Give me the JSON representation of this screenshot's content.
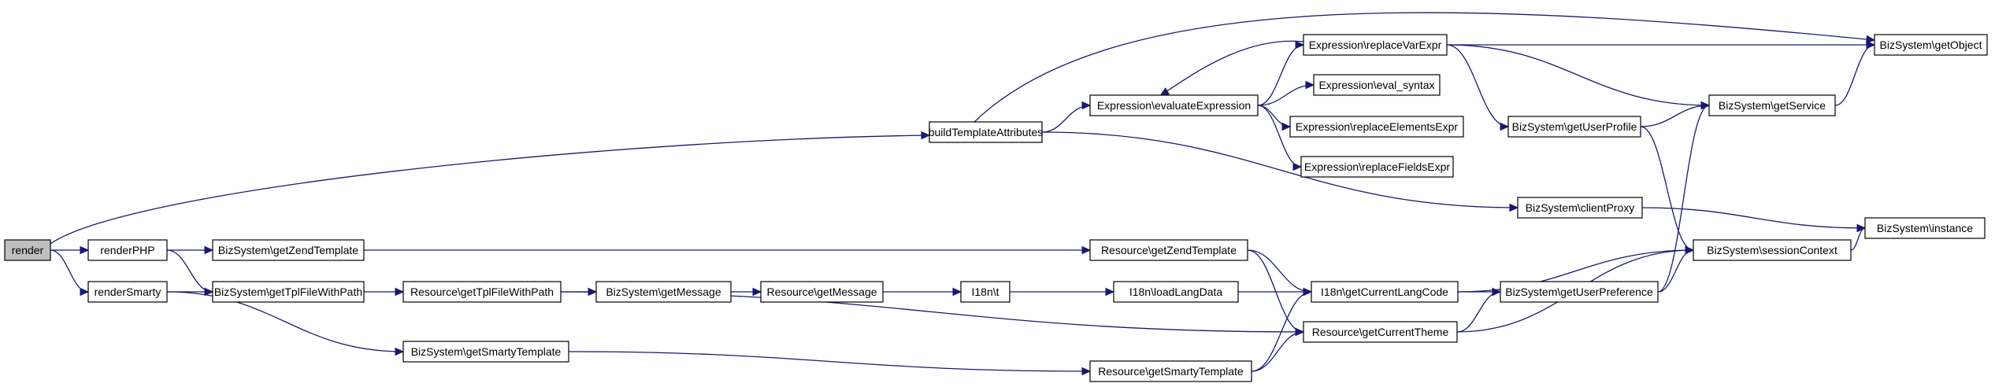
{
  "diagram": {
    "type": "call-graph",
    "nodes": [
      {
        "id": "render",
        "label": "render",
        "root": true
      },
      {
        "id": "renderPHP",
        "label": "renderPHP"
      },
      {
        "id": "renderSmarty",
        "label": "renderSmarty"
      },
      {
        "id": "buildTemplateAttributes",
        "label": "buildTemplateAttributes"
      },
      {
        "id": "bs_getZendTemplate",
        "label": "BizSystem\\getZendTemplate"
      },
      {
        "id": "bs_getTplFileWithPath",
        "label": "BizSystem\\getTplFileWithPath"
      },
      {
        "id": "bs_getSmartyTemplate",
        "label": "BizSystem\\getSmartyTemplate"
      },
      {
        "id": "res_getTplFileWithPath",
        "label": "Resource\\getTplFileWithPath"
      },
      {
        "id": "bs_getMessage",
        "label": "BizSystem\\getMessage"
      },
      {
        "id": "res_getMessage",
        "label": "Resource\\getMessage"
      },
      {
        "id": "i18n_t",
        "label": "I18n\\t"
      },
      {
        "id": "i18n_loadLangData",
        "label": "I18n\\loadLangData"
      },
      {
        "id": "res_getZendTemplate",
        "label": "Resource\\getZendTemplate"
      },
      {
        "id": "res_getSmartyTemplate",
        "label": "Resource\\getSmartyTemplate"
      },
      {
        "id": "expr_evaluateExpression",
        "label": "Expression\\evaluateExpression"
      },
      {
        "id": "expr_replaceVarExpr",
        "label": "Expression\\replaceVarExpr"
      },
      {
        "id": "expr_eval_syntax",
        "label": "Expression\\eval_syntax"
      },
      {
        "id": "expr_replaceElementsExpr",
        "label": "Expression\\replaceElementsExpr"
      },
      {
        "id": "expr_replaceFieldsExpr",
        "label": "Expression\\replaceFieldsExpr"
      },
      {
        "id": "i18n_getCurrentLangCode",
        "label": "I18n\\getCurrentLangCode"
      },
      {
        "id": "res_getCurrentTheme",
        "label": "Resource\\getCurrentTheme"
      },
      {
        "id": "bs_getUserProfile",
        "label": "BizSystem\\getUserProfile"
      },
      {
        "id": "bs_clientProxy",
        "label": "BizSystem\\clientProxy"
      },
      {
        "id": "bs_getUserPreference",
        "label": "BizSystem\\getUserPreference"
      },
      {
        "id": "bs_getService",
        "label": "BizSystem\\getService"
      },
      {
        "id": "bs_sessionContext",
        "label": "BizSystem\\sessionContext"
      },
      {
        "id": "bs_getObject",
        "label": "BizSystem\\getObject"
      },
      {
        "id": "bs_instance",
        "label": "BizSystem\\instance"
      }
    ],
    "edges": [
      {
        "from": "render",
        "to": "buildTemplateAttributes"
      },
      {
        "from": "render",
        "to": "renderPHP"
      },
      {
        "from": "render",
        "to": "renderSmarty"
      },
      {
        "from": "renderPHP",
        "to": "bs_getZendTemplate"
      },
      {
        "from": "renderPHP",
        "to": "bs_getTplFileWithPath"
      },
      {
        "from": "renderSmarty",
        "to": "bs_getTplFileWithPath"
      },
      {
        "from": "renderSmarty",
        "to": "bs_getSmartyTemplate"
      },
      {
        "from": "buildTemplateAttributes",
        "to": "expr_evaluateExpression"
      },
      {
        "from": "buildTemplateAttributes",
        "to": "bs_getObject"
      },
      {
        "from": "buildTemplateAttributes",
        "to": "bs_clientProxy"
      },
      {
        "from": "bs_getZendTemplate",
        "to": "res_getZendTemplate"
      },
      {
        "from": "bs_getTplFileWithPath",
        "to": "res_getTplFileWithPath"
      },
      {
        "from": "bs_getSmartyTemplate",
        "to": "res_getSmartyTemplate"
      },
      {
        "from": "res_getTplFileWithPath",
        "to": "bs_getMessage"
      },
      {
        "from": "res_getTplFileWithPath",
        "to": "res_getCurrentTheme"
      },
      {
        "from": "bs_getMessage",
        "to": "res_getMessage"
      },
      {
        "from": "res_getMessage",
        "to": "i18n_t"
      },
      {
        "from": "i18n_t",
        "to": "i18n_loadLangData"
      },
      {
        "from": "i18n_loadLangData",
        "to": "i18n_getCurrentLangCode"
      },
      {
        "from": "res_getZendTemplate",
        "to": "i18n_getCurrentLangCode"
      },
      {
        "from": "res_getZendTemplate",
        "to": "res_getCurrentTheme"
      },
      {
        "from": "res_getSmartyTemplate",
        "to": "i18n_getCurrentLangCode"
      },
      {
        "from": "res_getSmartyTemplate",
        "to": "res_getCurrentTheme"
      },
      {
        "from": "expr_evaluateExpression",
        "to": "expr_replaceVarExpr"
      },
      {
        "from": "expr_evaluateExpression",
        "to": "expr_eval_syntax"
      },
      {
        "from": "expr_evaluateExpression",
        "to": "expr_replaceElementsExpr"
      },
      {
        "from": "expr_evaluateExpression",
        "to": "expr_replaceFieldsExpr"
      },
      {
        "from": "expr_replaceVarExpr",
        "to": "expr_evaluateExpression"
      },
      {
        "from": "expr_replaceVarExpr",
        "to": "bs_getObject"
      },
      {
        "from": "expr_replaceVarExpr",
        "to": "bs_getService"
      },
      {
        "from": "expr_replaceVarExpr",
        "to": "bs_getUserProfile"
      },
      {
        "from": "i18n_getCurrentLangCode",
        "to": "bs_getUserPreference"
      },
      {
        "from": "i18n_getCurrentLangCode",
        "to": "bs_sessionContext"
      },
      {
        "from": "res_getCurrentTheme",
        "to": "bs_getUserPreference"
      },
      {
        "from": "res_getCurrentTheme",
        "to": "bs_sessionContext"
      },
      {
        "from": "bs_getUserProfile",
        "to": "bs_getService"
      },
      {
        "from": "bs_getUserProfile",
        "to": "bs_sessionContext"
      },
      {
        "from": "bs_clientProxy",
        "to": "bs_instance"
      },
      {
        "from": "bs_getUserPreference",
        "to": "bs_getService"
      },
      {
        "from": "bs_getUserPreference",
        "to": "bs_sessionContext"
      },
      {
        "from": "bs_getService",
        "to": "bs_getObject"
      },
      {
        "from": "bs_sessionContext",
        "to": "bs_instance"
      }
    ],
    "colors": {
      "edge": "#191970",
      "node_border": "#000000",
      "node_fill": "#ffffff",
      "root_fill": "#bfbfbf"
    }
  }
}
